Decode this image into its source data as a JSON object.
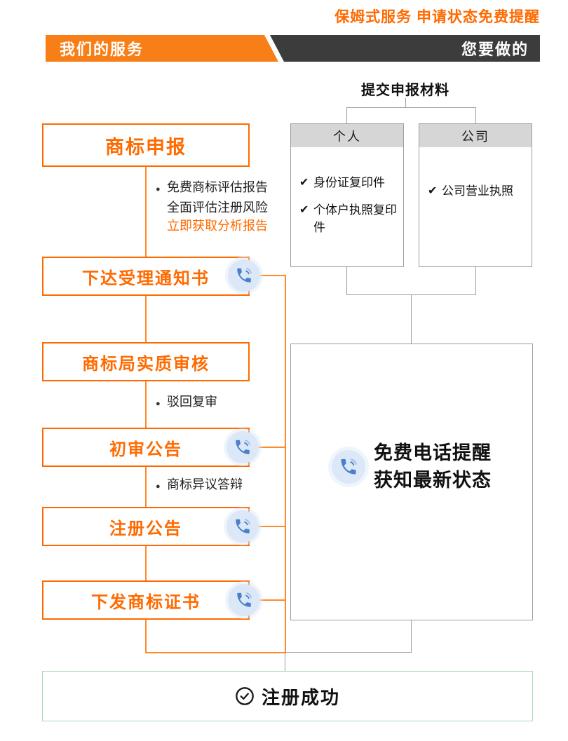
{
  "page": {
    "top_note": "保姆式服务 申请状态免费提醒",
    "header": {
      "left_label": "我们的服务",
      "right_label": "您要做的"
    }
  },
  "glyphs": {
    "bullet": "●",
    "check": "✔"
  },
  "left_flow": {
    "steps": [
      {
        "label": "商标申报"
      },
      {
        "label": "下达受理通知书"
      },
      {
        "label": "商标局实质审核"
      },
      {
        "label": "初审公告"
      },
      {
        "label": "注册公告"
      },
      {
        "label": "下发商标证书"
      }
    ],
    "notes": {
      "evaluation_line1": "免费商标评估报告",
      "evaluation_line2": "全面评估注册风险",
      "evaluation_line3": "立即获取分析报告",
      "rejection_review": "驳回复审",
      "opposition_defense": "商标异议答辩"
    }
  },
  "right_panel": {
    "title": "提交申报材料",
    "personal": {
      "header": "个人",
      "items": [
        "身份证复印件",
        "个体户执照复印件"
      ]
    },
    "company": {
      "header": "公司",
      "items": [
        "公司营业执照"
      ]
    },
    "reminder": {
      "line1": "免费电话提醒",
      "line2": "获知最新状态"
    }
  },
  "footer": {
    "success_label": "注册成功"
  },
  "colors": {
    "accent_orange": "#ff6a00",
    "band_dark": "#3c3c3c",
    "line_gray": "#9e9e9e",
    "tab_header_gray": "#d6d6d6",
    "phone_icon_bg": "#dce8f8",
    "phone_icon_blue": "#4a80c8",
    "success_border_green": "#a9d8b2"
  }
}
